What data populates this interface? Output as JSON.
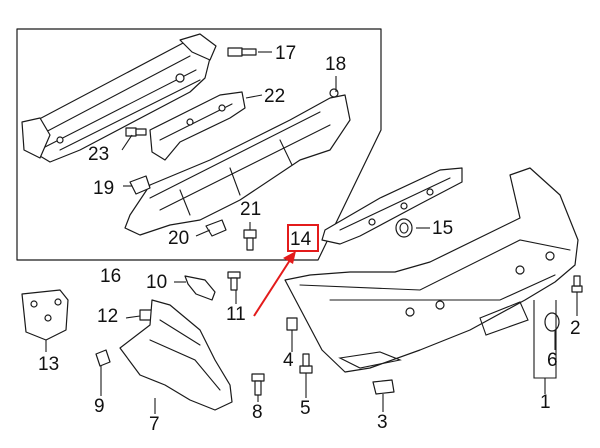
{
  "callouts": {
    "c1": "1",
    "c2": "2",
    "c3": "3",
    "c4": "4",
    "c5": "5",
    "c6": "6",
    "c7": "7",
    "c8": "8",
    "c9": "9",
    "c10": "10",
    "c11": "11",
    "c12": "12",
    "c13": "13",
    "c14": "14",
    "c15": "15",
    "c16": "16",
    "c17": "17",
    "c18": "18",
    "c19": "19",
    "c20": "20",
    "c21": "21",
    "c22": "22",
    "c23": "23"
  },
  "highlight": {
    "callout": "14",
    "color": "#e31b1b"
  },
  "colors": {
    "line": "#1a1a1a",
    "highlight": "#e31b1b",
    "background": "#ffffff"
  }
}
